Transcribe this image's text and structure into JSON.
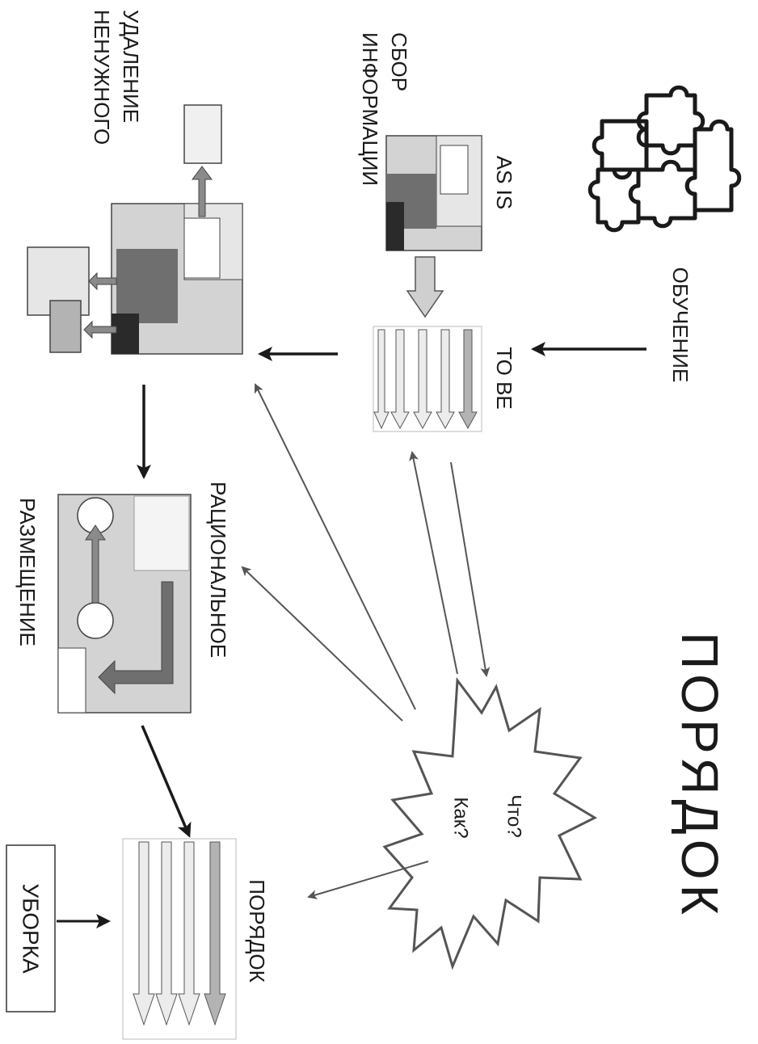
{
  "colors": {
    "ink": "#1a1a1a",
    "arrow_thin": "#555555",
    "light_gray": "#d3d3d3",
    "mid_gray": "#b3b3b3",
    "dark_gray": "#6f6f6f",
    "near_black": "#2a2a2a",
    "paper": "#ffffff"
  },
  "title": "ПОРЯДОК",
  "labels": {
    "training": "ОБУЧЕНИЕ",
    "as_is": "AS IS",
    "to_be": "TO BE",
    "info_line1": "СБОР",
    "info_line2": "ИНФОРМАЦИИ",
    "remove_line1": "УДАЛЕНИЕ",
    "remove_line2": "НЕНУЖНОГО",
    "rational_line1": "РАЦИОНАЛЬНОЕ",
    "rational_line2": "РАЗМЕЩЕНИЕ",
    "order": "ПОРЯДОК",
    "cleaning": "УБОРКА",
    "what": "Что?",
    "how": "Как?"
  }
}
